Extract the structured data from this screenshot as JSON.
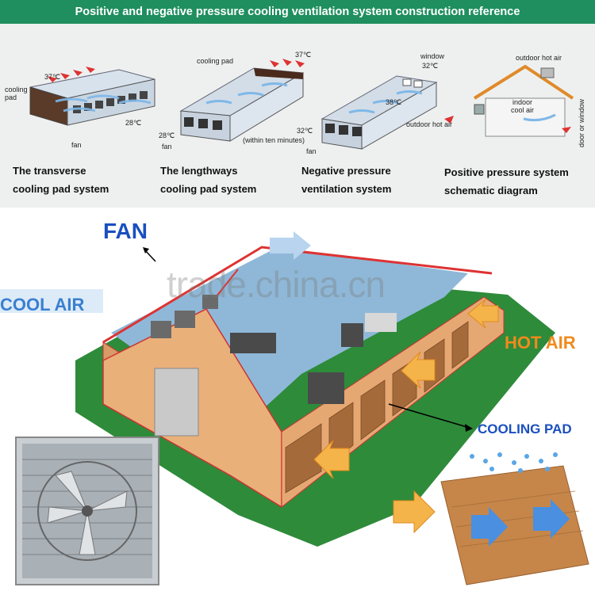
{
  "banner": {
    "title": "Positive and negative pressure cooling ventilation system construction reference",
    "color": "#1f8f5f"
  },
  "systems": [
    {
      "caption_line1": "The transverse",
      "caption_line2": "cooling pad system",
      "labels": {
        "pad": "cooling\npad",
        "temp_hot": "37℃",
        "temp_cool": "28℃",
        "fan": "fan"
      }
    },
    {
      "caption_line1": "The lengthways",
      "caption_line2": "cooling pad system",
      "labels": {
        "pad": "cooling pad",
        "temp_hot": "37℃",
        "temp_cool": "28℃",
        "fan": "fan",
        "note": "(within ten minutes)"
      }
    },
    {
      "caption_line1": "Negative pressure",
      "caption_line2": "ventilation system",
      "labels": {
        "window": "window",
        "temp_window": "32℃",
        "temp_inside": "38℃",
        "outdoor": "outdoor hot air",
        "temp_fan": "32℃",
        "fan": "fan"
      }
    },
    {
      "caption_line1": "Positive pressure system",
      "caption_line2": "schematic diagram",
      "labels": {
        "outdoor": "outdoor hot air",
        "indoor_line1": "indoor",
        "indoor_line2": "cool air",
        "door": "door or window"
      }
    }
  ],
  "main": {
    "fan_label": "FAN",
    "cool_air_label": "COOL AIR",
    "hot_air_label": "HOT AIR",
    "cooling_pad_label": "COOLING PAD",
    "watermark": "trade.china.cn",
    "colors": {
      "fan": "#1a4fbf",
      "cool": "#3a7fd0",
      "hot": "#f08a1c",
      "pad": "#1a4fbf"
    }
  }
}
